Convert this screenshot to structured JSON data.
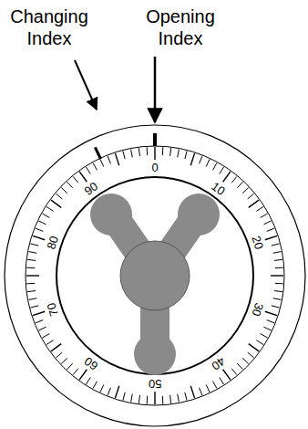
{
  "diagram": {
    "labels": [
      "Changing Index",
      "Opening Index",
      "0",
      "10",
      "20",
      "30",
      "40",
      "50",
      "60",
      "70",
      "80",
      "90"
    ]
  }
}
